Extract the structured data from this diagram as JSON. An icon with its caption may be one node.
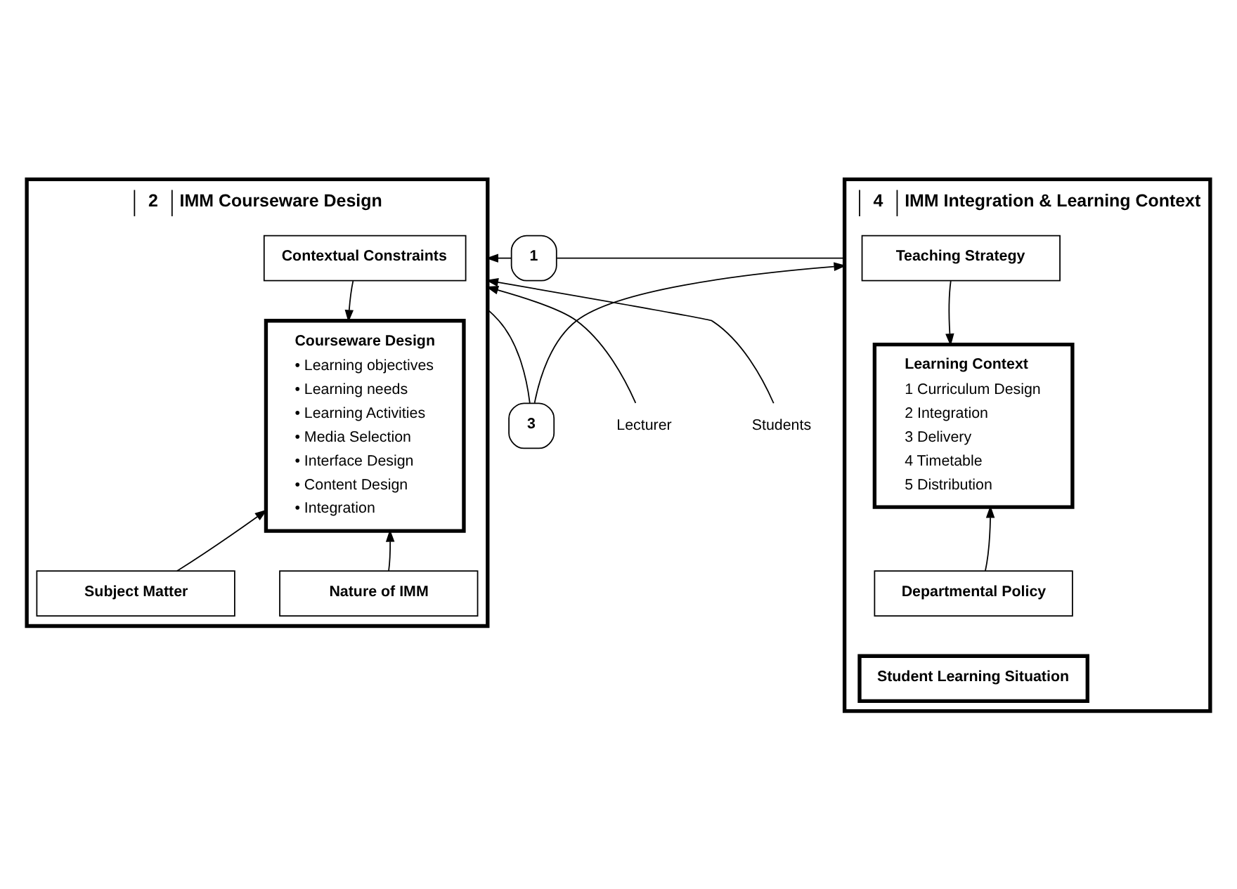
{
  "diagram": {
    "nodes": [
      {
        "text": [
          "2",
          "IMM Courseware Design"
        ]
      },
      {
        "text": [
          "Contextual Constraints"
        ],
        "in": 0
      },
      {
        "text": [
          "Courseware Design",
          "• Learning objectives",
          "• Learning needs",
          "• Learning Activities",
          "• Media Selection",
          "• Interface Design",
          "• Content Design",
          "• Integration"
        ],
        "in": 0
      },
      {
        "text": [
          "Subject Matter"
        ],
        "in": 0
      },
      {
        "text": [
          "Nature of IMM"
        ],
        "in": 0
      },
      {
        "text": [
          "4",
          "IMM Integration & Learning Context"
        ]
      },
      {
        "text": [
          "Teaching Strategy"
        ],
        "in": 5
      },
      {
        "text": [
          "Learning Context",
          "1 Curriculum Design",
          "2 Integration",
          "3 Delivery",
          "4 Timetable",
          "5 Distribution"
        ],
        "in": 5
      },
      {
        "text": [
          "Departmental Policy"
        ],
        "in": 5
      },
      {
        "text": [
          "Student Learning Situation"
        ],
        "in": 5
      },
      {
        "text": [
          "Lecturer"
        ]
      },
      {
        "text": [
          "Students"
        ]
      },
      {
        "text": [
          "1"
        ]
      },
      {
        "text": [
          "3"
        ]
      }
    ],
    "edges": [
      {
        "from": 10,
        "to": 0,
        "arrow": "to"
      },
      {
        "from": 11,
        "to": 0,
        "arrow": "to"
      },
      {
        "from": 1,
        "to": 2,
        "arrow": "to"
      },
      {
        "from": 3,
        "to": 2,
        "arrow": "to"
      },
      {
        "from": 4,
        "to": 2,
        "arrow": "to"
      },
      {
        "from": 6,
        "to": 7,
        "arrow": "to"
      },
      {
        "from": 8,
        "to": 7,
        "arrow": "to"
      },
      {
        "from": 5,
        "to": 12,
        "arrow": "none"
      },
      {
        "from": 12,
        "to": 0,
        "arrow": "to"
      },
      {
        "from": 0,
        "to": 13,
        "arrow": "none"
      },
      {
        "from": 13,
        "to": 5,
        "arrow": "to"
      }
    ]
  }
}
